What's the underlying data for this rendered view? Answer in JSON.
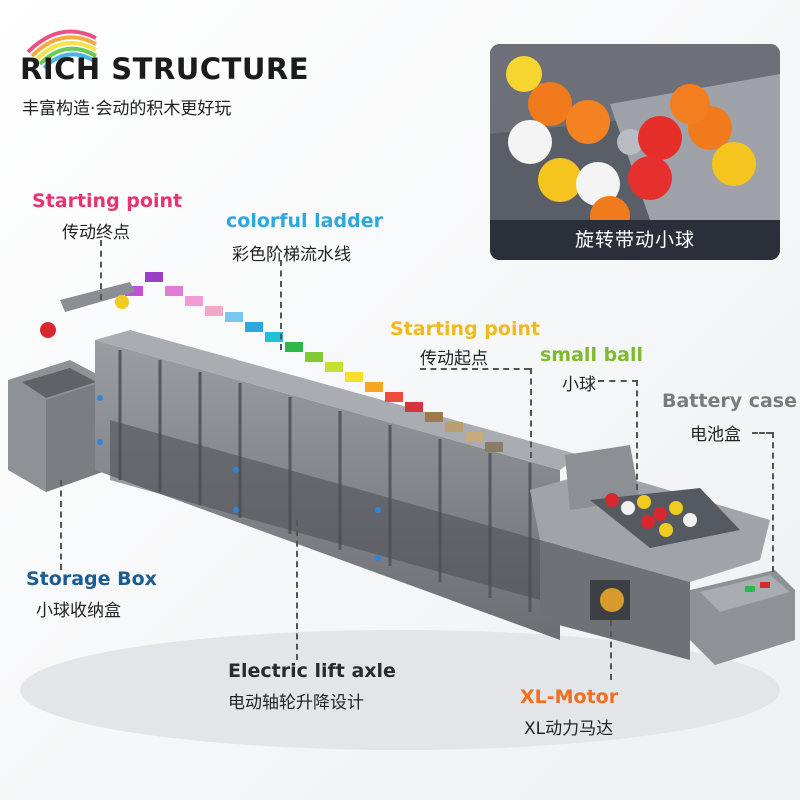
{
  "header": {
    "title": "RICH STRUCTURE",
    "subtitle": "丰富构造·会动的积木更好玩"
  },
  "callout": {
    "caption": "旋转带动小球"
  },
  "labels": {
    "starting_point_end": {
      "en": "Starting point",
      "cn": "传动终点"
    },
    "colorful_ladder": {
      "en": "colorful ladder",
      "cn": "彩色阶梯流水线"
    },
    "starting_point_start": {
      "en": "Starting point",
      "cn": "传动起点"
    },
    "small_ball": {
      "en": "small ball",
      "cn": "小球"
    },
    "battery_case": {
      "en": "Battery case",
      "cn": "电池盒"
    },
    "storage_box": {
      "en": "Storage Box",
      "cn": "小球收纳盒"
    },
    "electric_lift_axle": {
      "en": "Electric lift axle",
      "cn": "电动轴轮升降设计"
    },
    "xl_motor": {
      "en": "XL-Motor",
      "cn": "XL动力马达"
    }
  },
  "colors": {
    "pink": "#e8336f",
    "blue": "#2ea7df",
    "yellow": "#f0b91c",
    "green": "#7dbb2a",
    "gray": "#7a7a7a",
    "navy": "#1b5c93",
    "orange": "#f06e1e",
    "dark": "#2a2a2a"
  }
}
